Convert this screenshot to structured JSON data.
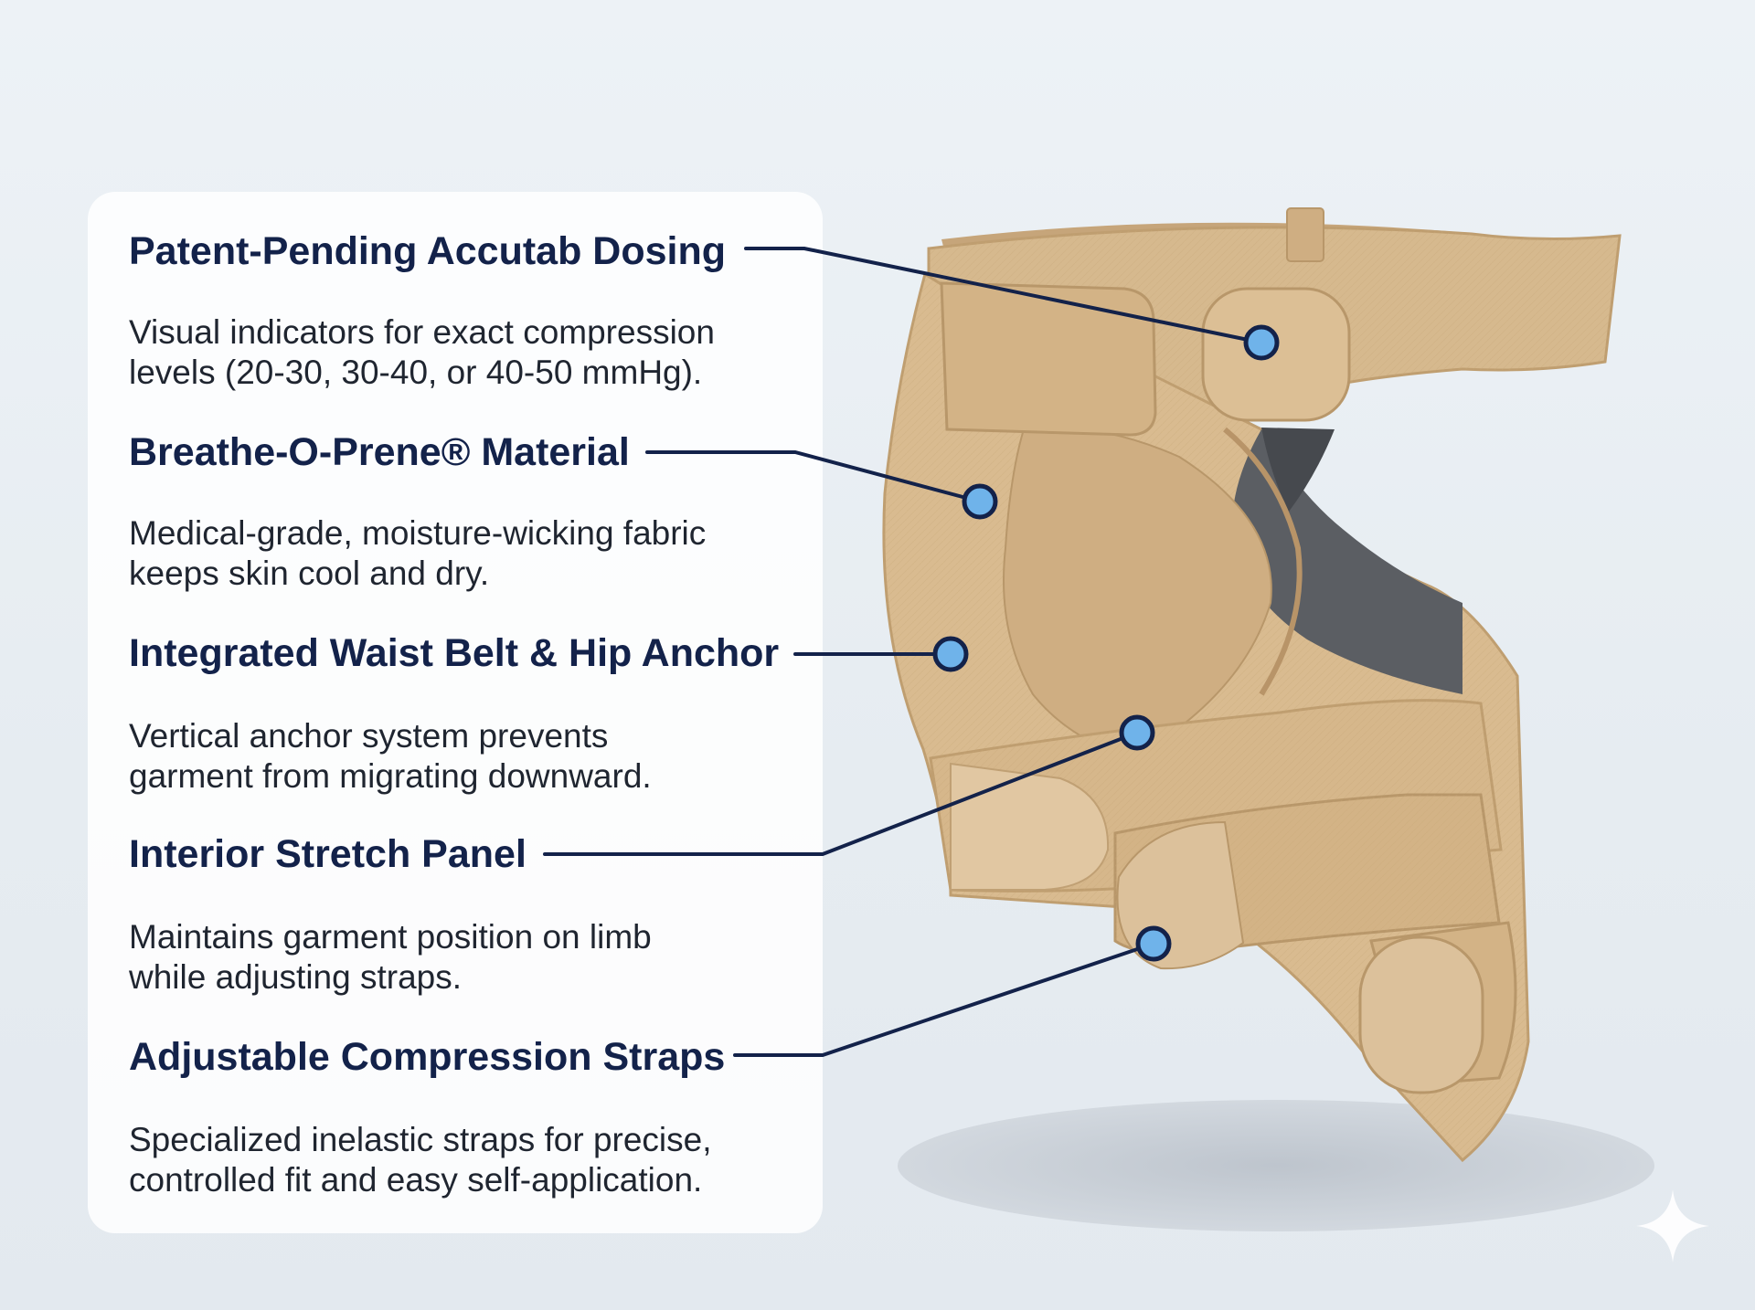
{
  "features": [
    {
      "title": "Patent-Pending Accutab Dosing",
      "description_lines": [
        "Visual indicators for exact compression",
        "levels (20-30, 30-40, or 40-50 mmHg)."
      ]
    },
    {
      "title": "Breathe-O-Prene® Material",
      "description_lines": [
        "Medical-grade, moisture-wicking fabric",
        "keeps skin cool and dry."
      ]
    },
    {
      "title": "Integrated Waist Belt & Hip Anchor",
      "description_lines": [
        "Vertical anchor system prevents",
        "garment from migrating downward."
      ]
    },
    {
      "title": "Interior Stretch Panel",
      "description_lines": [
        "Maintains garment position on limb",
        "while adjusting straps."
      ]
    },
    {
      "title": "Adjustable Compression Straps",
      "description_lines": [
        "Specialized inelastic straps for precise,",
        "controlled fit and easy self-application."
      ]
    }
  ],
  "colors": {
    "title_text": "#13224a",
    "body_text": "#1f2530",
    "leader_line": "#13224a",
    "marker_fill": "#6fb3ea",
    "garment": "#d7b98d",
    "garment_shadow": "#bf9e70",
    "liner": "#5b5e63"
  },
  "icons": [
    "sparkle-icon"
  ]
}
